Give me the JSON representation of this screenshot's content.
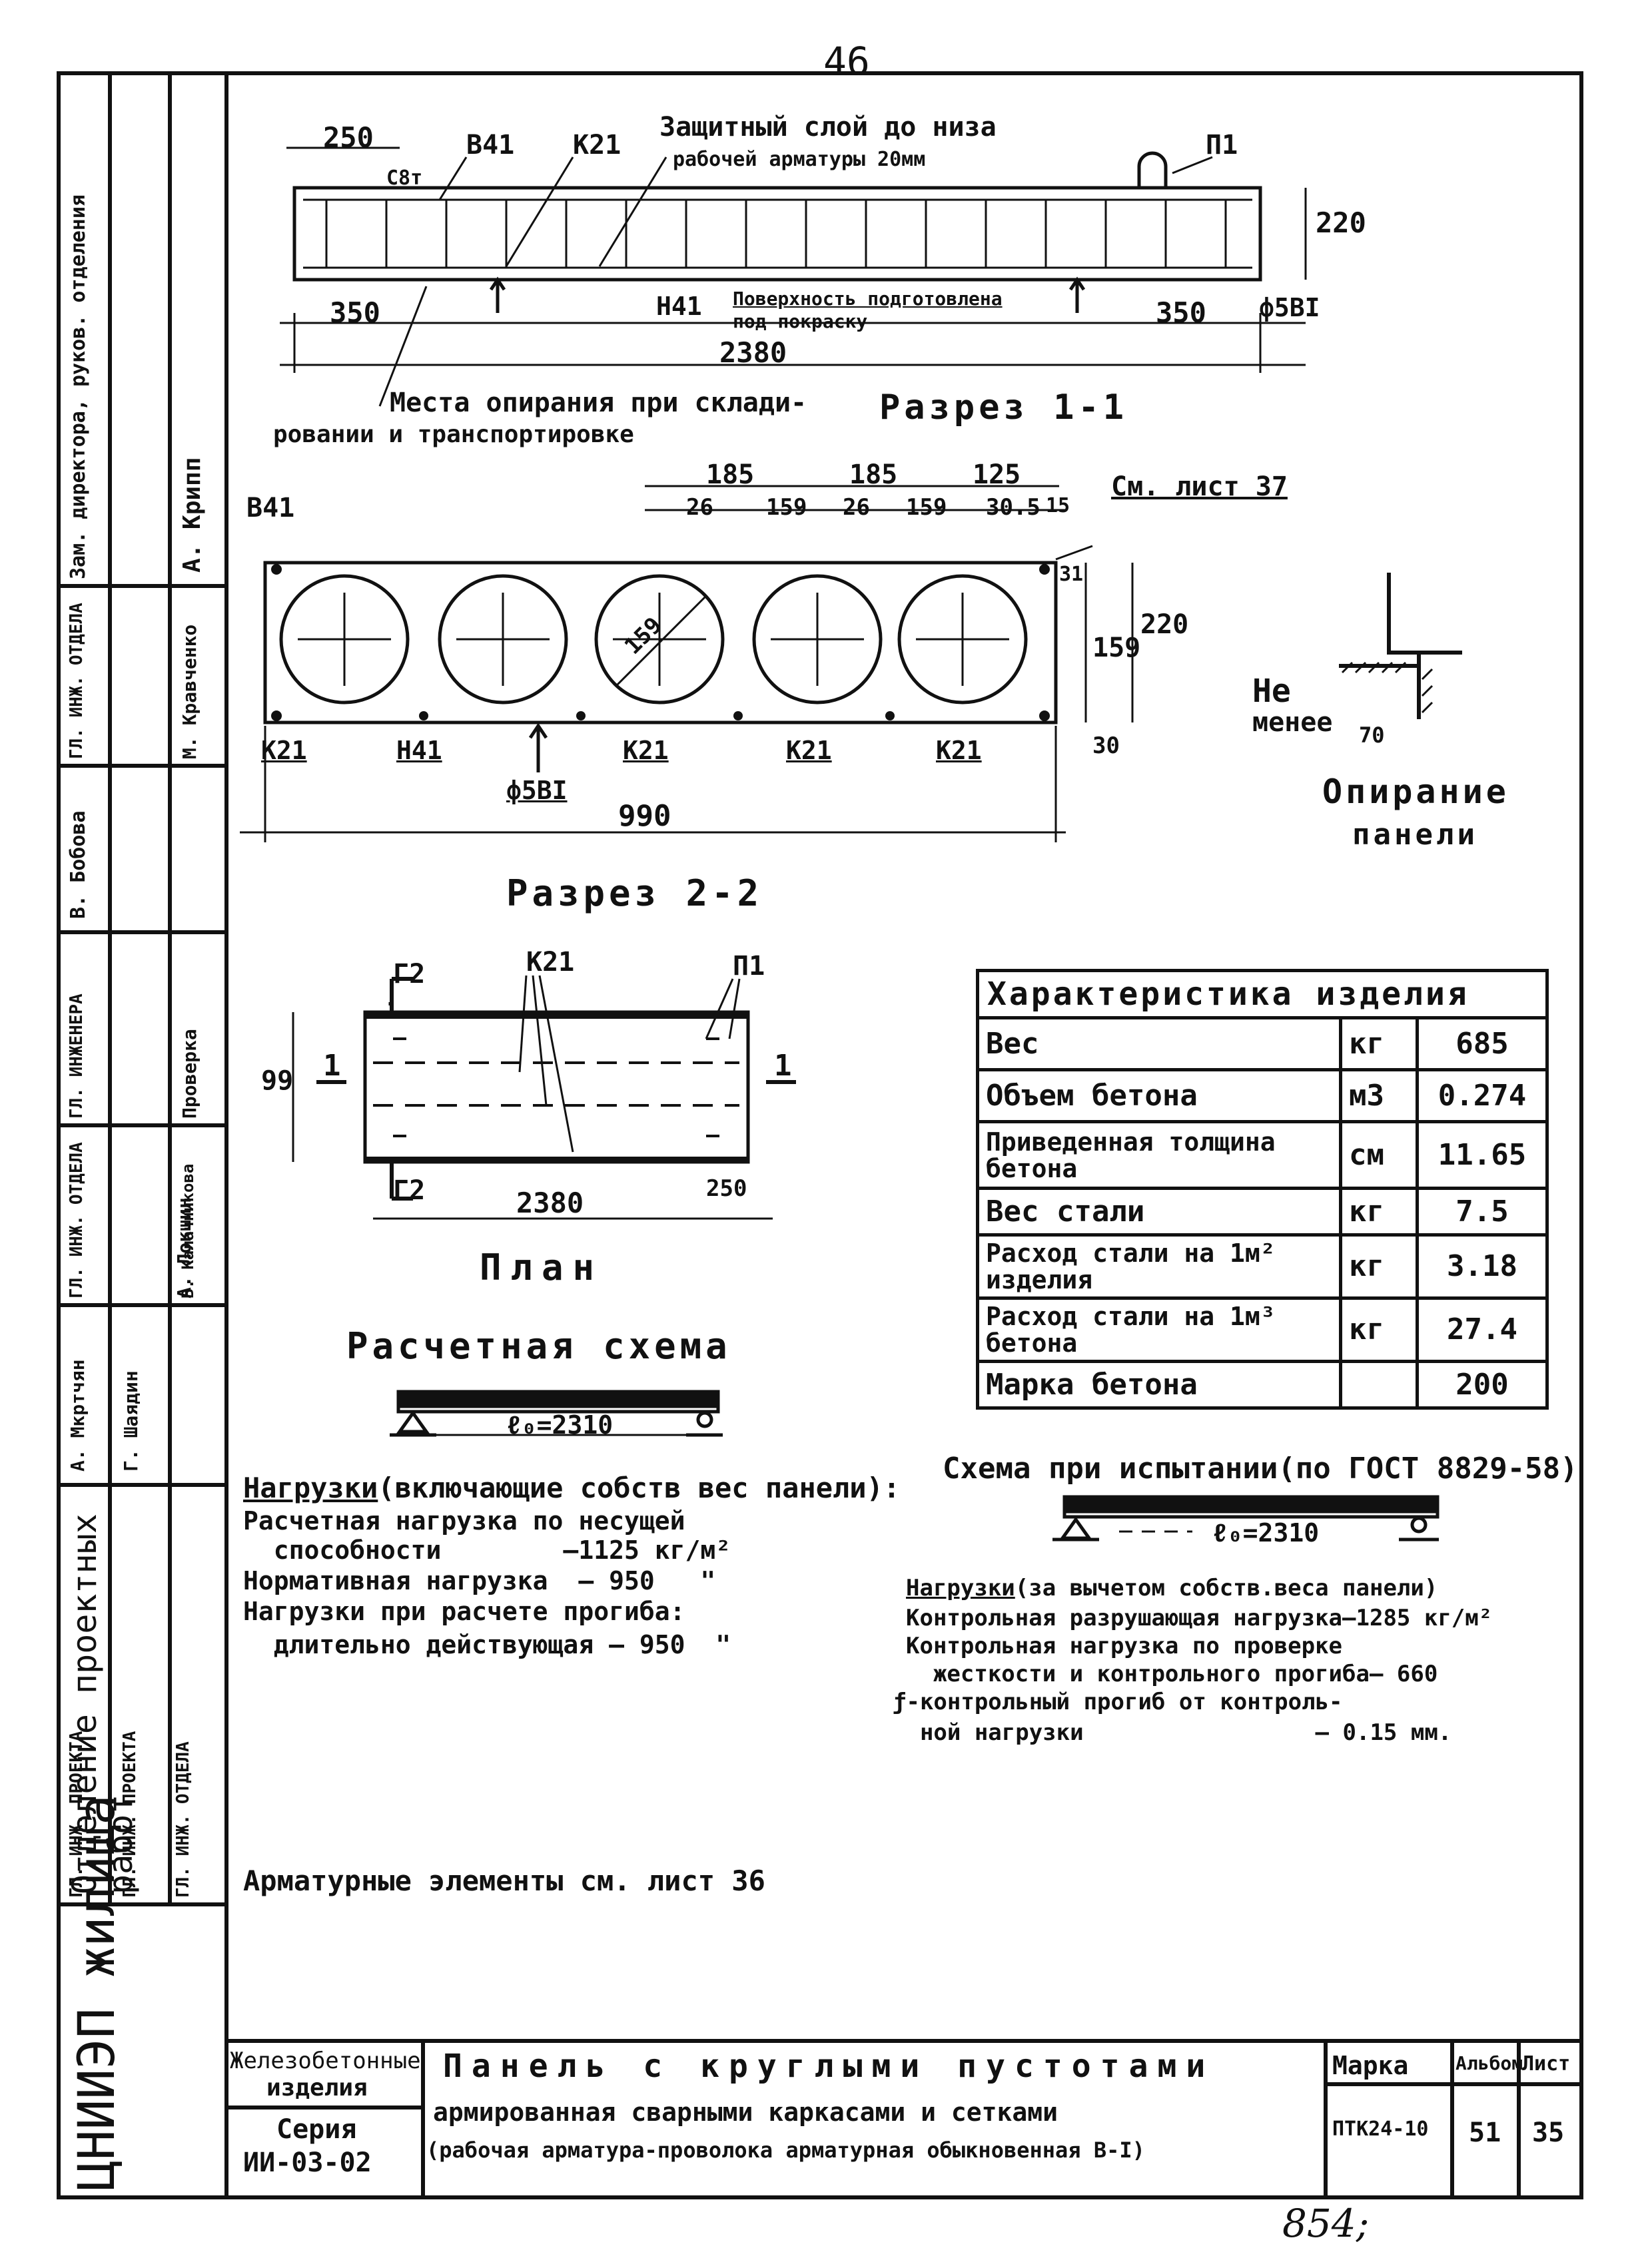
{
  "page_number": "46",
  "handwritten_number": "854;",
  "section1": {
    "dims": {
      "d250": "250",
      "d350_left": "350",
      "d350_right": "350",
      "d2380": "2380",
      "d220": "220"
    },
    "labels": {
      "v41": "В41",
      "k21": "К21",
      "n41": "Н41",
      "p1": "П1",
      "c_label": "С8т",
      "rod": "ф5ВI"
    },
    "note_cover": "Защитный слой до низа рабочей арматуры 20мм",
    "note_cover_l1": "Защитный слой до низа",
    "note_cover_l2": "рабочей арматуры 20мм",
    "note_surface_l1": "Поверхность подготовлена",
    "note_surface_l2": "под покраску",
    "note_support_l1": "Места опирания при склади-",
    "note_support_l2": "ровании и транспортировке",
    "title": "Разрез 1-1"
  },
  "section2": {
    "dims_top": [
      "185",
      "185",
      "125"
    ],
    "dims_sub": [
      "26",
      "159",
      "26",
      "159",
      "30.5",
      "15"
    ],
    "dim_990": "990",
    "dim_159": "159",
    "dim_220": "220",
    "dim_30": "30",
    "dim_31": "31",
    "dim_diag": "159",
    "ref": "См. лист 37",
    "labels": {
      "v41": "В41",
      "k21a": "К21",
      "n41": "Н41",
      "k21b": "К21",
      "k21c": "К21",
      "k21d": "К21",
      "rod": "ф5ВI"
    },
    "title": "Разрез 2-2"
  },
  "support": {
    "title_l1": "Опирание",
    "title_l2": "панели",
    "note_l1": "Не",
    "note_l2": "менее",
    "dim": "70"
  },
  "plan": {
    "title": "План",
    "dim_length": "2380",
    "dim_width": "99",
    "dim_250": "250",
    "marks": {
      "g2_top": "Г2",
      "g2_bottom": "Г2",
      "s1_left": "1",
      "s1_right": "1",
      "k21": "К21",
      "p1": "П1"
    }
  },
  "calc_scheme": {
    "title": "Расчетная схема",
    "span": "ℓ₀=2310",
    "loads_title": "Нагрузки",
    "loads_title_suffix": "(включающие собств вес панели):",
    "lines": [
      "Расчетная нагрузка по несущей",
      "  способности        —1125 кг/м²",
      "Нормативная нагрузка  — 950   \"",
      "Нагрузки при расчете прогиба:",
      "  длительно действующая — 950  \""
    ]
  },
  "characteristics": {
    "title": "Характеристика изделия",
    "rows": [
      {
        "name": "Вес",
        "unit": "кг",
        "value": "685"
      },
      {
        "name": "Объем бетона",
        "unit": "м3",
        "value": "0.274"
      },
      {
        "name": "Приведенная толщина бетона",
        "unit": "см",
        "value": "11.65"
      },
      {
        "name": "Вес стали",
        "unit": "кг",
        "value": "7.5"
      },
      {
        "name": "Расход стали на 1м² изделия",
        "unit": "кг",
        "value": "3.18"
      },
      {
        "name": "Расход стали на 1м³ бетона",
        "unit": "кг",
        "value": "27.4"
      },
      {
        "name": "Марка бетона",
        "unit": "",
        "value": "200"
      }
    ]
  },
  "test_scheme": {
    "title": "Схема при испытании(по ГОСТ 8829-58)",
    "span": "ℓ₀=2310",
    "loads_title": "Нагрузки",
    "loads_title_suffix": "(за вычетом собств.веса панели)",
    "lines": [
      "Контрольная разрушающая нагрузка—1285 кг/м²",
      "Контрольная нагрузка по проверке",
      "  жесткости и контрольного прогиба— 660",
      "ƒ-контрольный прогиб от контроль-",
      "  ной нагрузки                 — 0.15 мм."
    ]
  },
  "note_elements": "Арматурные элементы см. лист 36",
  "sidebar": {
    "org": "ЦНИИЭП жилища",
    "dept": "Отделение проектных работ",
    "roles": [
      "Зам. директора, руков. отделения",
      "ГЛ. ИНЖ. ОТДЕЛА",
      "ГЛ. ИНЖЕНЕРА",
      "ГЛ. ИНЖ. ОТДЕЛА",
      "ГЛ. ИНЖ. ОТДЕЛА",
      "ГЛ. ИНЖ. ПРОЕКТА",
      "ГЛ. ИНЖ. ПРОЕКТА"
    ],
    "names": [
      "А. Крипп",
      "В. Бобова",
      "М. Кравченко",
      "А. Мкртчян",
      "Г. Шаядин",
      "А. Локшин",
      "В. Калачникова",
      "Проверка"
    ]
  },
  "titleblock": {
    "type_l1": "Железобетонные",
    "type_l2": "изделия",
    "series_l1": "Серия",
    "series_l2": "ИИ-03-02",
    "name_l1": "Панель с круглыми пустотами",
    "name_l2": "армированная сварными каркасами и сетками",
    "name_l3": "(рабочая арматура-проволока арматурная обыкновенная В-I)",
    "mark_label": "Марка",
    "mark_value": "ПТК24-10",
    "album_label": "Альбом",
    "album_value": "51",
    "sheet_label": "Лист",
    "sheet_value": "35"
  }
}
